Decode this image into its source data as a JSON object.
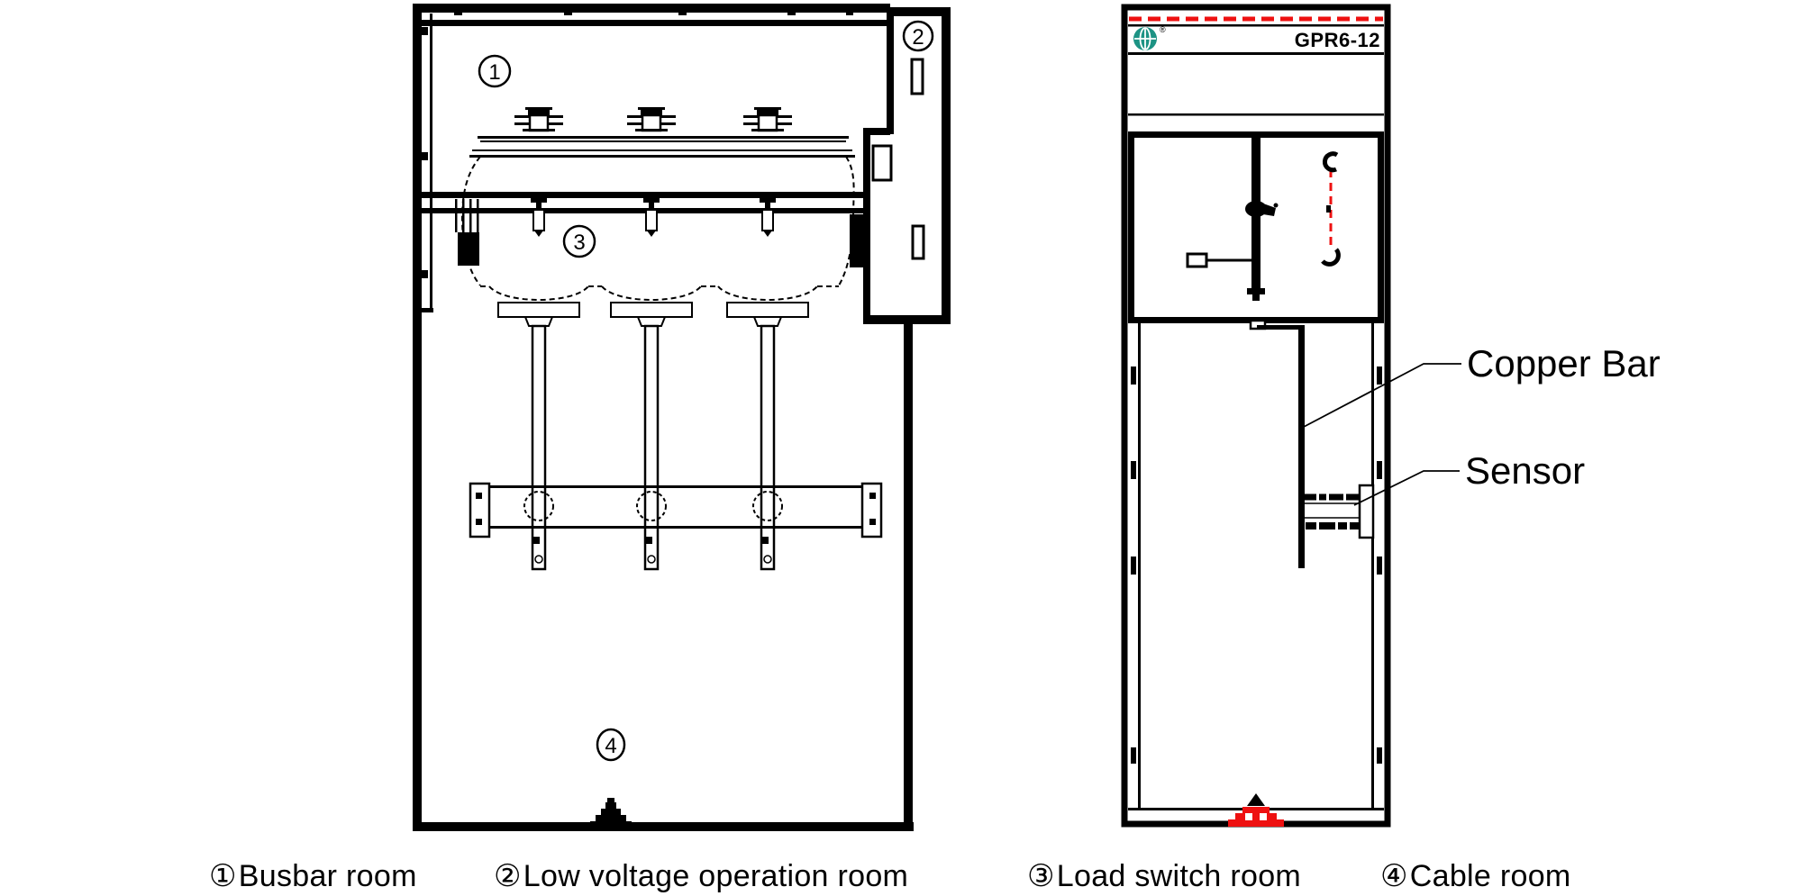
{
  "figure": {
    "model": "GPR6-12",
    "registered": "®"
  },
  "callouts": {
    "busbar": {
      "num": "1"
    },
    "low_voltage": {
      "num": "2"
    },
    "load_switch": {
      "num": "3"
    },
    "cable": {
      "num": "4"
    }
  },
  "part_labels": {
    "copper_bar": "Copper Bar",
    "sensor": "Sensor"
  },
  "legend": [
    {
      "num": "①",
      "label": "Busbar room"
    },
    {
      "num": "②",
      "label": "Low voltage operation room"
    },
    {
      "num": "③",
      "label": "Load switch room"
    },
    {
      "num": "④",
      "label": "Cable room"
    }
  ],
  "colors": {
    "line": "#000000",
    "alert_red": "#ee1111",
    "logo_teal": "#1d9384",
    "background": "#ffffff"
  }
}
